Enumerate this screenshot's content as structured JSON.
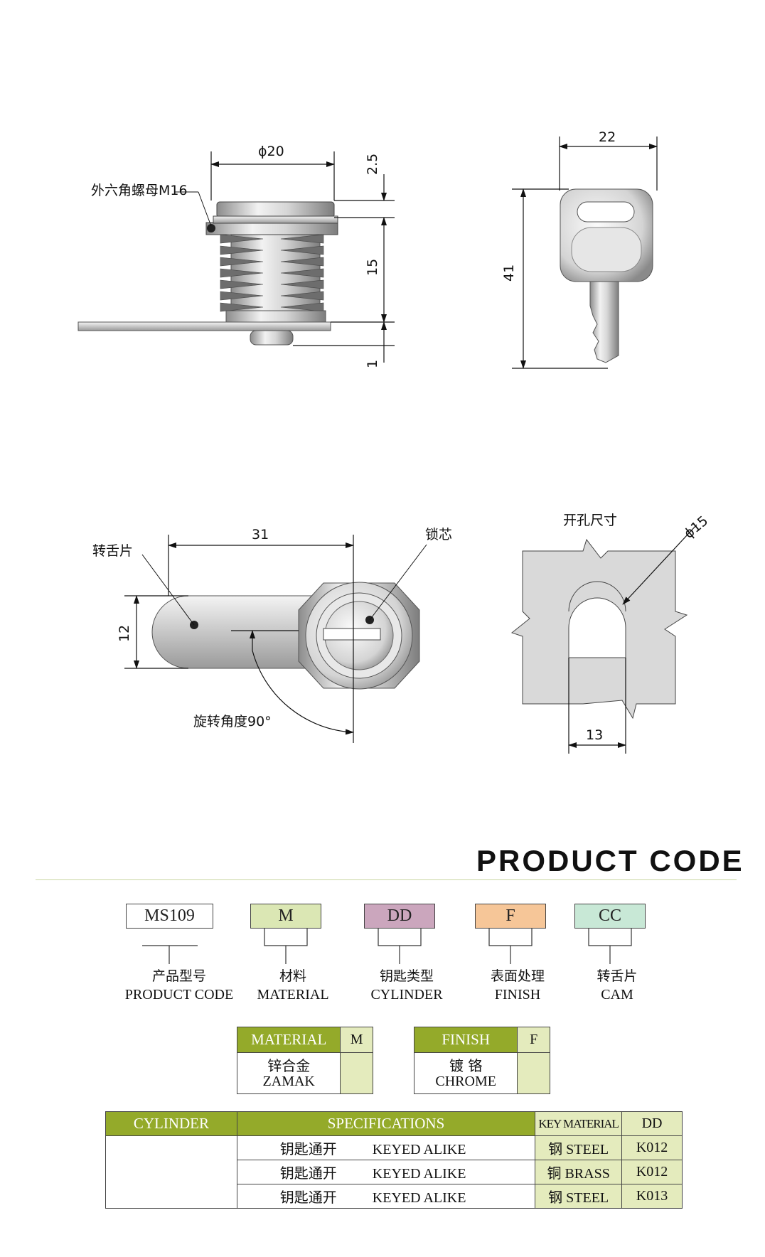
{
  "drawings": {
    "front_view": {
      "dim_diameter": "ϕ20",
      "dim_top": "2.5",
      "dim_thread": "15",
      "dim_bottom": "1",
      "nut_label": "外六角螺母M16"
    },
    "key_view": {
      "dim_width": "22",
      "dim_height": "41"
    },
    "top_view": {
      "dim_length": "31",
      "dim_cam_width": "12",
      "cam_label": "转舌片",
      "core_label": "锁芯",
      "rotation_label": "旋转角度90°"
    },
    "cutout_view": {
      "title": "开孔尺寸",
      "dim_diameter": "ϕ15",
      "dim_flat": "13"
    }
  },
  "product_code": {
    "title": "PRODUCT  CODE",
    "codes": [
      {
        "value": "MS109",
        "color": "#ffffff",
        "label_cn": "产品型号",
        "label_en": "PRODUCT CODE"
      },
      {
        "value": "M",
        "color": "#dbe7b4",
        "label_cn": "材料",
        "label_en": "MATERIAL"
      },
      {
        "value": "DD",
        "color": "#cba6bd",
        "label_cn": "钥匙类型",
        "label_en": "CYLINDER"
      },
      {
        "value": "F",
        "color": "#f6c698",
        "label_cn": "表面处理",
        "label_en": "FINISH"
      },
      {
        "value": "CC",
        "color": "#c8e8d6",
        "label_cn": "转舌片",
        "label_en": "CAM"
      }
    ]
  },
  "material_table": {
    "header": "MATERIAL",
    "code_header": "M",
    "row_cn": "锌合金",
    "row_en": "ZAMAK"
  },
  "finish_table": {
    "header": "FINISH",
    "code_header": "F",
    "row_cn": "镀 铬",
    "row_en": "CHROME"
  },
  "cylinder_table": {
    "headers": {
      "cylinder": "CYLINDER",
      "specs": "SPECIFICATIONS",
      "key_material": "KEY MATERIAL",
      "code": "DD"
    },
    "rows": [
      {
        "spec_cn": "钥匙通开",
        "spec_en": "KEYED ALIKE",
        "mat_cn": "钢",
        "mat_en": "STEEL",
        "code": "K012"
      },
      {
        "spec_cn": "钥匙通开",
        "spec_en": "KEYED ALIKE",
        "mat_cn": "铜",
        "mat_en": "BRASS",
        "code": "K012"
      },
      {
        "spec_cn": "钥匙通开",
        "spec_en": "KEYED ALIKE",
        "mat_cn": "钢",
        "mat_en": "STEEL",
        "code": "K013"
      }
    ]
  },
  "colors": {
    "accent_green": "#94aa2a",
    "light_green": "#e4ebbd"
  }
}
